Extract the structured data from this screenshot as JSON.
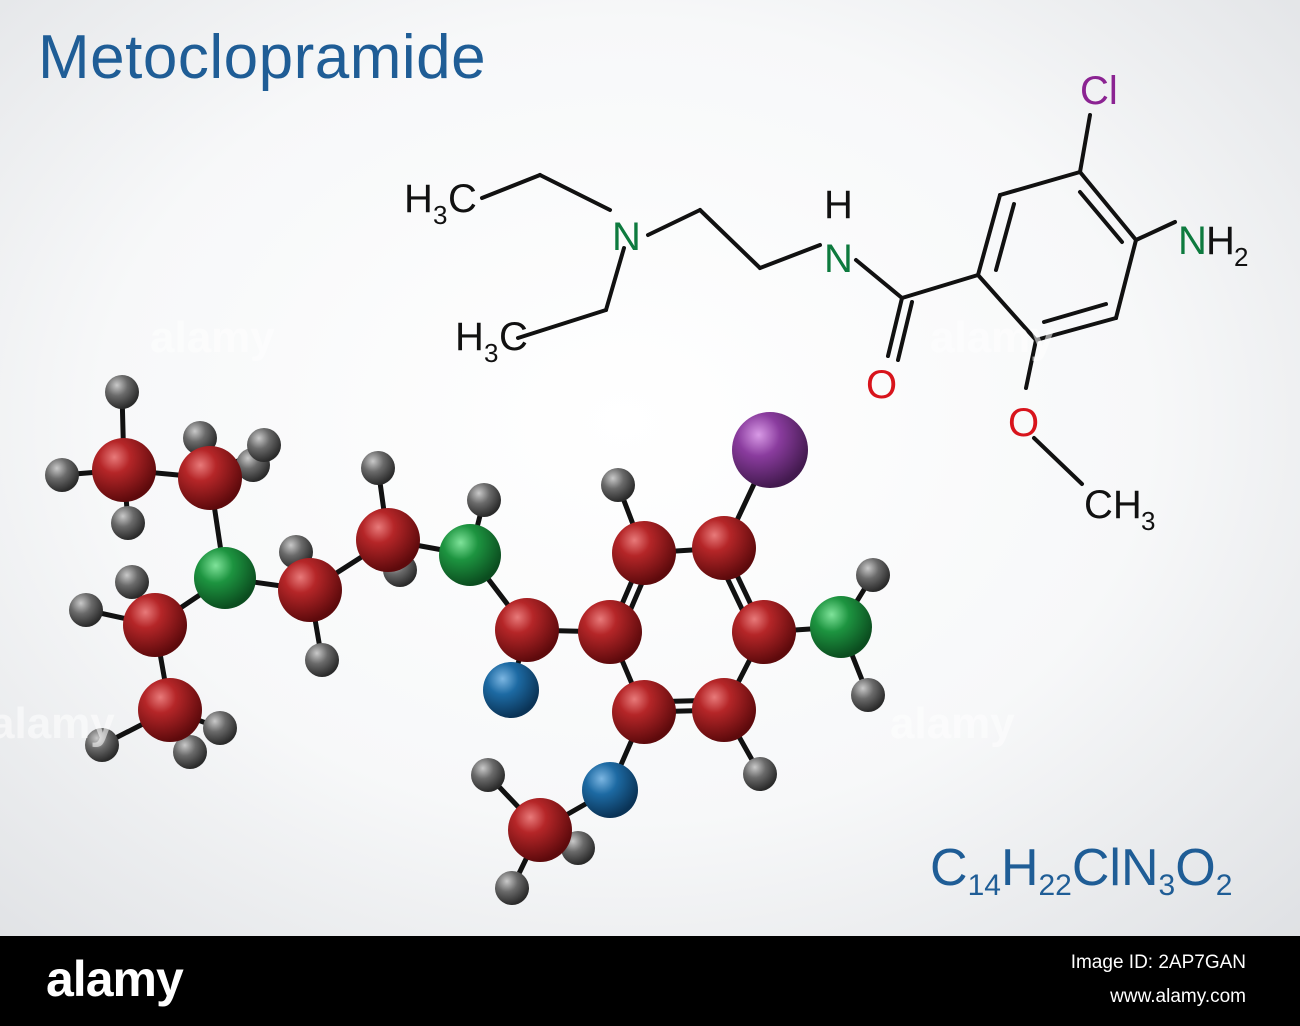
{
  "title": "Metoclopramide",
  "formula": {
    "parts": [
      {
        "t": "C",
        "s": "14"
      },
      {
        "t": "H",
        "s": "22"
      },
      {
        "t": "ClN",
        "s": "3"
      },
      {
        "t": "O",
        "s": "2"
      }
    ]
  },
  "structure": {
    "labels": {
      "methyl1": "H",
      "methyl1_sub": "3",
      "methyl1_c": "C",
      "methyl2": "H",
      "methyl2_sub": "3",
      "methyl2_c": "C",
      "n_amine": "N",
      "nh_h": "H",
      "nh_n": "N",
      "cl": "Cl",
      "nh2_n": "N",
      "nh2_h": "H",
      "nh2_sub": "2",
      "oxygen_carbonyl": "O",
      "oxygen_methoxy": "O",
      "methoxy_ch": "CH",
      "methoxy_sub": "3"
    },
    "colors": {
      "bond": "#111111",
      "nitrogen": "#0d7a3e",
      "oxygen": "#d8141c",
      "chlorine": "#8b2392"
    }
  },
  "model_colors": {
    "carbon": "#a51d1f",
    "hydrogen": "#555555",
    "nitrogen": "#1a8a3c",
    "oxygen": "#1b5f96",
    "chlorine": "#8a3c9e"
  },
  "watermark": "alamy",
  "footer": {
    "logo": "alamy",
    "image_id": "Image ID: 2AP7GAN",
    "url": "www.alamy.com"
  }
}
